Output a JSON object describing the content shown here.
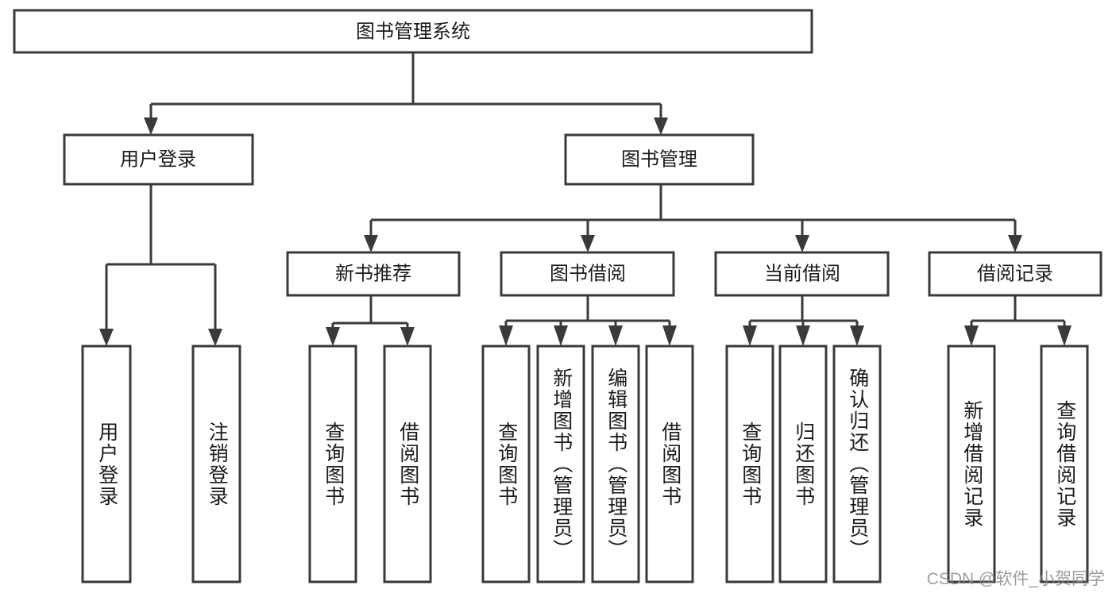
{
  "diagram": {
    "title": "图书管理系统",
    "type": "tree-hierarchy",
    "colors": {
      "stroke": "#3a3a3a",
      "fill": "#ffffff",
      "text": "#1b1b1b",
      "watermark": "#8d8d8d"
    },
    "levels": {
      "root": {
        "label": "图书管理系统"
      },
      "level2": [
        {
          "label": "用户登录"
        },
        {
          "label": "图书管理"
        }
      ],
      "level3": [
        {
          "label": "新书推荐"
        },
        {
          "label": "图书借阅"
        },
        {
          "label": "当前借阅"
        },
        {
          "label": "借阅记录"
        }
      ],
      "leaves": [
        {
          "label": "用户登录",
          "parent": "用户登录"
        },
        {
          "label": "注销登录",
          "parent": "用户登录"
        },
        {
          "label": "查询图书",
          "parent": "新书推荐"
        },
        {
          "label": "借阅图书",
          "parent": "新书推荐"
        },
        {
          "label": "查询图书",
          "parent": "图书借阅"
        },
        {
          "label": "新增图书（管理员）",
          "parent": "图书借阅"
        },
        {
          "label": "编辑图书（管理员）",
          "parent": "图书借阅"
        },
        {
          "label": "借阅图书",
          "parent": "图书借阅"
        },
        {
          "label": "查询图书",
          "parent": "当前借阅"
        },
        {
          "label": "归还图书",
          "parent": "当前借阅"
        },
        {
          "label": "确认归还（管理员）",
          "parent": "当前借阅"
        },
        {
          "label": "新增借阅记录",
          "parent": "借阅记录"
        },
        {
          "label": "查询借阅记录",
          "parent": "借阅记录"
        }
      ]
    },
    "watermark": "CSDN @软件_小贺同学"
  }
}
